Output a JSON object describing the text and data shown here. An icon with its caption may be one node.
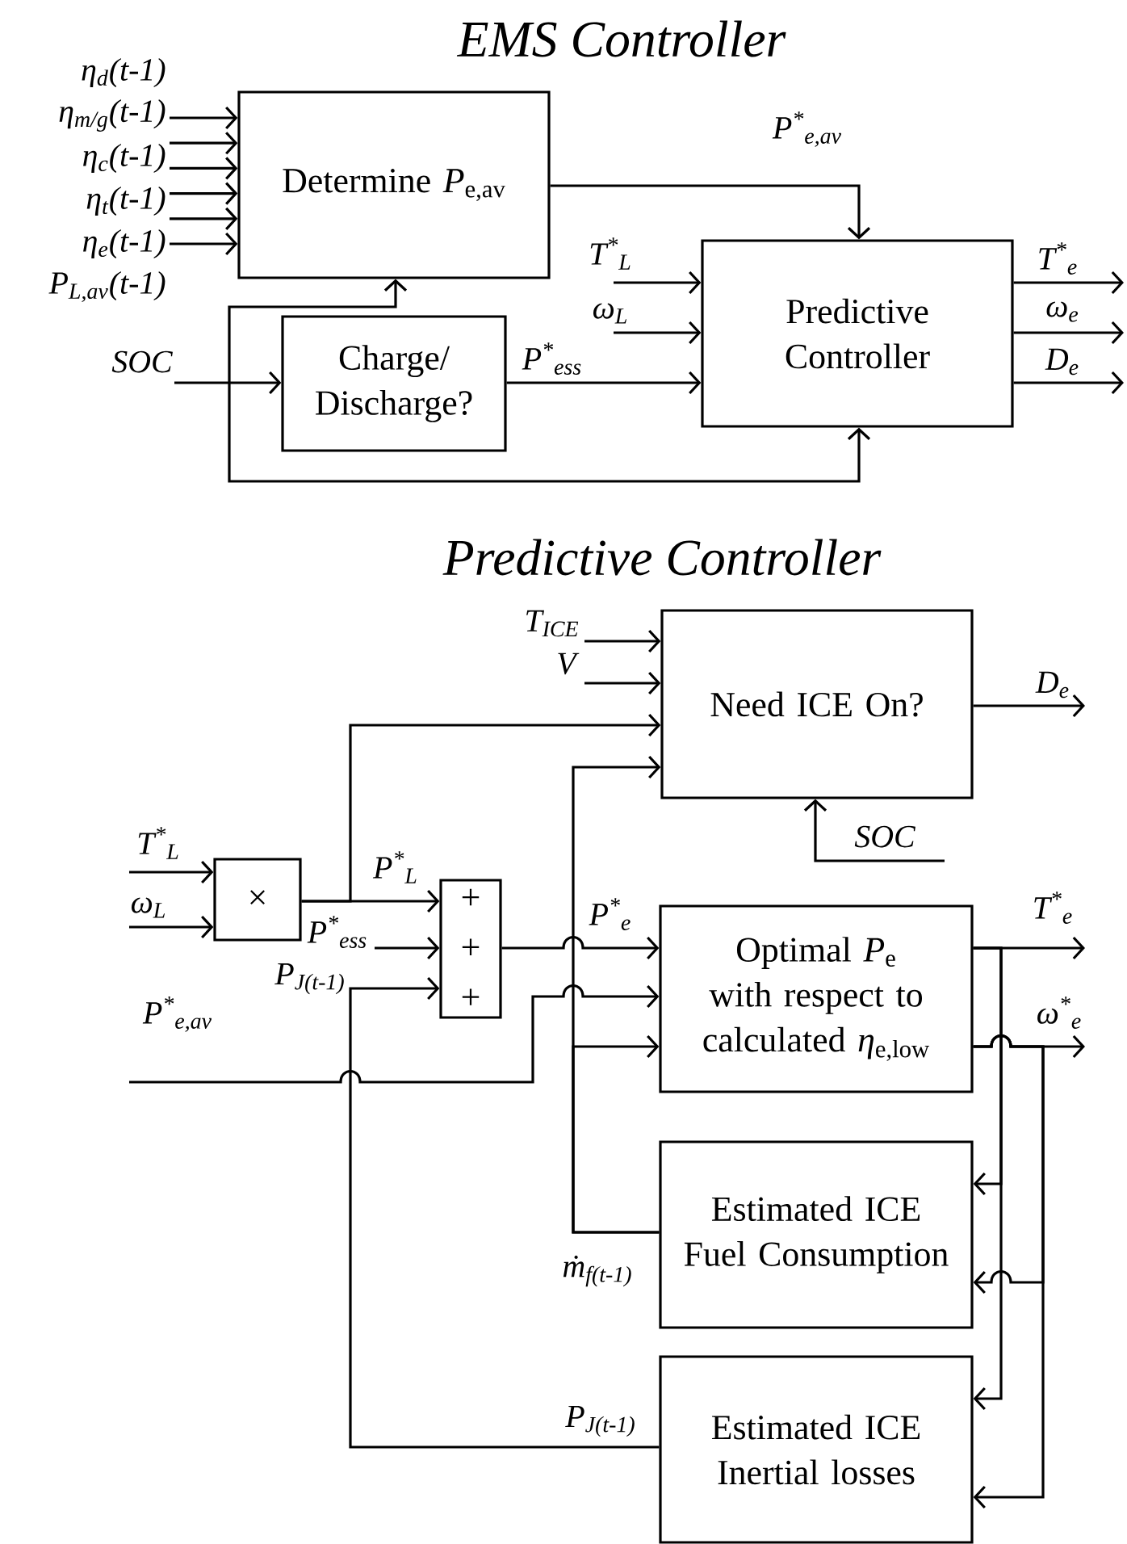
{
  "diagram": {
    "title": "EMS Controller",
    "nodes": [
      {
        "text": [
          "Determine *P*$_{e,av}$"
        ]
      },
      {
        "text": [
          "Charge/ Discharge?"
        ]
      },
      {
        "text": [
          "Predictive Controller"
        ]
      },
      {
        "text": [
          "Need ICE On?"
        ]
      },
      {
        "text": [
          "×"
        ]
      },
      {
        "text": [
          "+",
          "+",
          "+"
        ]
      },
      {
        "text": [
          "Optimal *P*$_{e}$ with respect to calculated *η*$_{e,low}$"
        ]
      },
      {
        "text": [
          "Estimated ICE Fuel Consumption"
        ]
      },
      {
        "text": [
          "Estimated ICE Inertial losses"
        ]
      }
    ],
    "edges": [
      {
        "from": null,
        "to": 0,
        "arrow": "to",
        "label": "η$_{d}$(t-1)"
      },
      {
        "from": null,
        "to": 0,
        "arrow": "to",
        "label": "η$_{m/g}$(t-1)"
      },
      {
        "from": null,
        "to": 0,
        "arrow": "to",
        "label": "η$_{c}$(t-1)"
      },
      {
        "from": null,
        "to": 0,
        "arrow": "to",
        "label": "η$_{t}$(t-1)"
      },
      {
        "from": null,
        "to": 0,
        "arrow": "to",
        "label": "η$_{e}$(t-1)"
      },
      {
        "from": null,
        "to": 0,
        "arrow": "to",
        "label": "P$_{L,av}$(t-1)"
      },
      {
        "from": 0,
        "to": 2,
        "arrow": "to",
        "label": "P$^{*}$$_{e,av}$"
      },
      {
        "from": null,
        "to": 1,
        "arrow": "to",
        "label": "SOC"
      },
      {
        "from": null,
        "to": 0,
        "arrow": "to"
      },
      {
        "from": null,
        "to": 2,
        "arrow": "to"
      },
      {
        "from": 1,
        "to": 2,
        "arrow": "to",
        "label": "P$^{*}$$_{ess}$"
      },
      {
        "from": null,
        "to": 2,
        "arrow": "to",
        "label": "T$^{*}$$_{L}$"
      },
      {
        "from": null,
        "to": 2,
        "arrow": "to",
        "label": "ω$_{L}$"
      },
      {
        "from": 2,
        "to": null,
        "arrow": "to",
        "label": "T$^{*}$$_{e}$"
      },
      {
        "from": 2,
        "to": null,
        "arrow": "to",
        "label": "ω$_{e}$"
      },
      {
        "from": 2,
        "to": null,
        "arrow": "to",
        "label": "D$_{e}$"
      },
      {
        "from": null,
        "to": 3,
        "arrow": "to",
        "label": "T$_{ICE}$"
      },
      {
        "from": null,
        "to": 3,
        "arrow": "to",
        "label": "V"
      },
      {
        "from": 4,
        "to": 3,
        "arrow": "to"
      },
      {
        "from": 7,
        "to": 3,
        "arrow": "to",
        "label": "ṁ$_{f(t-1)}$"
      },
      {
        "from": 7,
        "to": 6,
        "arrow": "to"
      },
      {
        "from": 3,
        "to": null,
        "arrow": "to",
        "label": "D$_{e}$"
      },
      {
        "from": null,
        "to": 3,
        "arrow": "to",
        "label": "SOC"
      },
      {
        "from": null,
        "to": 4,
        "arrow": "to",
        "label": "T$^{*}$$_{L}$"
      },
      {
        "from": null,
        "to": 4,
        "arrow": "to",
        "label": "ω$_{L}$"
      },
      {
        "from": 4,
        "to": 5,
        "arrow": "to",
        "label": "P$^{*}$$_{L}$"
      },
      {
        "from": null,
        "to": 5,
        "arrow": "to",
        "label": "P$^{*}$$_{ess}$"
      },
      {
        "from": 8,
        "to": 5,
        "arrow": "to",
        "label": "P$_{J(t-1)}$"
      },
      {
        "from": 5,
        "to": 6,
        "arrow": "to",
        "label": "P$^{*}$$_{e}$"
      },
      {
        "from": null,
        "to": 6,
        "arrow": "to",
        "label": "P$^{*}$$_{e,av}$"
      },
      {
        "from": 6,
        "to": null,
        "arrow": "to",
        "label": "T$^{*}$$_{e}$"
      },
      {
        "from": 6,
        "to": null,
        "arrow": "to",
        "label": "ω$^{*}$$_{e}$"
      },
      {
        "from": 6,
        "to": 7,
        "arrow": "to"
      },
      {
        "from": 6,
        "to": 8,
        "arrow": "to"
      },
      {
        "from": 6,
        "to": 7,
        "arrow": "to"
      },
      {
        "from": 6,
        "to": 8,
        "arrow": "to"
      }
    ],
    "labels": [
      "Predictive Controller",
      "P$_{J(t-1)}$"
    ]
  }
}
